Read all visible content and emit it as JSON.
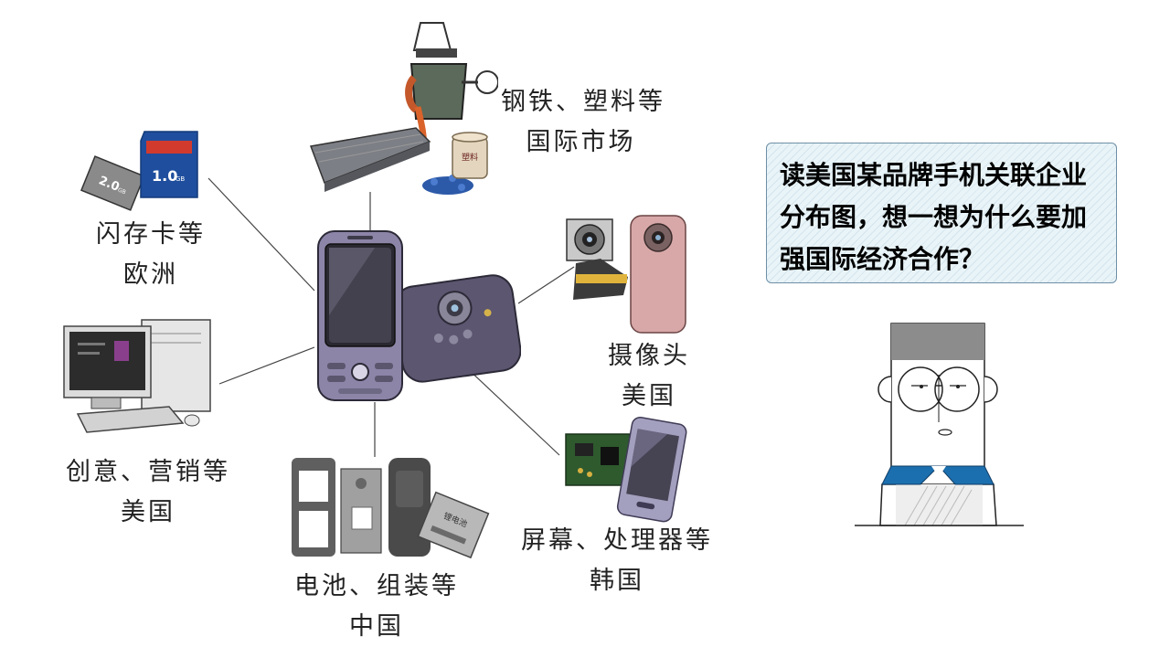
{
  "nodes": {
    "steel": {
      "line1": "钢铁、塑料等",
      "line2": "国际市场"
    },
    "flash": {
      "line1": "闪存卡等",
      "line2": "欧洲"
    },
    "camera": {
      "line1": "摄像头",
      "line2": "美国"
    },
    "creative": {
      "line1": "创意、营销等",
      "line2": "美国"
    },
    "screen": {
      "line1": "屏幕、处理器等",
      "line2": "韩国"
    },
    "battery": {
      "line1": "电池、组装等",
      "line2": "中国"
    }
  },
  "sd_card": {
    "capacity": "1.0",
    "unit": "GB"
  },
  "micro_card": {
    "capacity": "2.0",
    "unit": "GB"
  },
  "steel_can_label": "塑料",
  "battery_label": "锂电池",
  "question": "读美国某品牌手机关联企业分布图，想一想为什么要加强国际经济合作？",
  "colors": {
    "bubble_bg": "#e9f4f8",
    "bubble_border": "#6f8fa6",
    "collar_blue": "#1c6fae",
    "phone_purple": "#8d85a8"
  }
}
